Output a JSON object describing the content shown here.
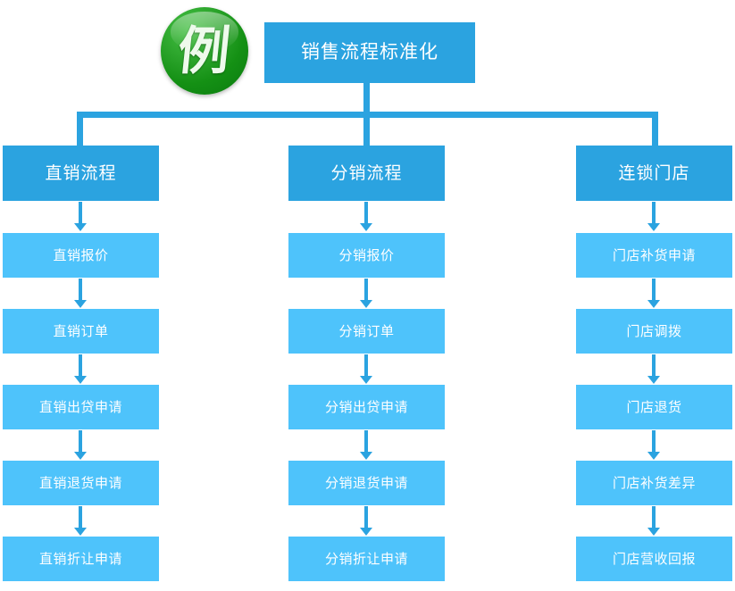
{
  "diagram": {
    "title": "销售流程标准化",
    "badge_char": "例",
    "colors": {
      "root_box": "#2ba3e0",
      "branch_box": "#2ba3e0",
      "leaf_box": "#4ec3fb",
      "connector": "#2ba3e0",
      "badge_green": "#149014",
      "text": "#ffffff",
      "background": "#ffffff"
    },
    "branches": [
      {
        "header": "直销流程",
        "steps": [
          "直销报价",
          "直销订单",
          "直销出贷申请",
          "直销退货申请",
          "直销折让申请"
        ]
      },
      {
        "header": "分销流程",
        "steps": [
          "分销报价",
          "分销订单",
          "分销出贷申请",
          "分销退货申请",
          "分销折让申请"
        ]
      },
      {
        "header": "连锁门店",
        "steps": [
          "门店补货申请",
          "门店调拨",
          "门店退货",
          "门店补货差异",
          "门店营收回报"
        ]
      }
    ]
  }
}
